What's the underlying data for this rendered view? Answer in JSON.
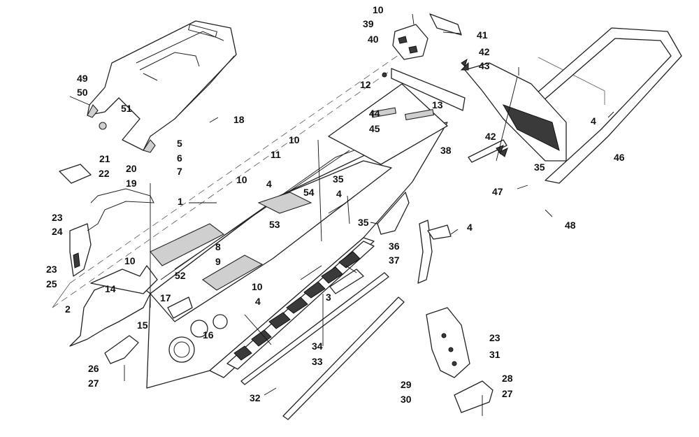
{
  "callouts": [
    {
      "id": "c10a",
      "text": "10"
    },
    {
      "id": "c39",
      "text": "39"
    },
    {
      "id": "c40",
      "text": "40"
    },
    {
      "id": "c41",
      "text": "41"
    },
    {
      "id": "c42a",
      "text": "42"
    },
    {
      "id": "c43",
      "text": "43"
    },
    {
      "id": "c49",
      "text": "49"
    },
    {
      "id": "c50",
      "text": "50"
    },
    {
      "id": "c51",
      "text": "51"
    },
    {
      "id": "c12",
      "text": "12"
    },
    {
      "id": "c13",
      "text": "13"
    },
    {
      "id": "c44",
      "text": "44"
    },
    {
      "id": "c45",
      "text": "45"
    },
    {
      "id": "c42b",
      "text": "42"
    },
    {
      "id": "c4a",
      "text": "4"
    },
    {
      "id": "c18",
      "text": "18"
    },
    {
      "id": "c38",
      "text": "38"
    },
    {
      "id": "c46",
      "text": "46"
    },
    {
      "id": "c5",
      "text": "5"
    },
    {
      "id": "c6",
      "text": "6"
    },
    {
      "id": "c7",
      "text": "7"
    },
    {
      "id": "c10b",
      "text": "10"
    },
    {
      "id": "c11",
      "text": "11"
    },
    {
      "id": "c21",
      "text": "21"
    },
    {
      "id": "c22",
      "text": "22"
    },
    {
      "id": "c20",
      "text": "20"
    },
    {
      "id": "c19",
      "text": "19"
    },
    {
      "id": "c35a",
      "text": "35"
    },
    {
      "id": "c10c",
      "text": "10"
    },
    {
      "id": "c4b",
      "text": "4"
    },
    {
      "id": "c54",
      "text": "54"
    },
    {
      "id": "c35b",
      "text": "35"
    },
    {
      "id": "c4c",
      "text": "4"
    },
    {
      "id": "c47",
      "text": "47"
    },
    {
      "id": "c48",
      "text": "48"
    },
    {
      "id": "c1",
      "text": "1"
    },
    {
      "id": "c23a",
      "text": "23"
    },
    {
      "id": "c24",
      "text": "24"
    },
    {
      "id": "c53",
      "text": "53"
    },
    {
      "id": "c35c",
      "text": "35"
    },
    {
      "id": "c4d",
      "text": "4"
    },
    {
      "id": "c8",
      "text": "8"
    },
    {
      "id": "c9",
      "text": "9"
    },
    {
      "id": "c36",
      "text": "36"
    },
    {
      "id": "c37",
      "text": "37"
    },
    {
      "id": "c23b",
      "text": "23"
    },
    {
      "id": "c25",
      "text": "25"
    },
    {
      "id": "c10d",
      "text": "10"
    },
    {
      "id": "c52",
      "text": "52"
    },
    {
      "id": "c14",
      "text": "14"
    },
    {
      "id": "c10e",
      "text": "10"
    },
    {
      "id": "c3",
      "text": "3"
    },
    {
      "id": "c2",
      "text": "2"
    },
    {
      "id": "c17",
      "text": "17"
    },
    {
      "id": "c4e",
      "text": "4"
    },
    {
      "id": "c15",
      "text": "15"
    },
    {
      "id": "c16",
      "text": "16"
    },
    {
      "id": "c23c",
      "text": "23"
    },
    {
      "id": "c34",
      "text": "34"
    },
    {
      "id": "c31",
      "text": "31"
    },
    {
      "id": "c33",
      "text": "33"
    },
    {
      "id": "c26",
      "text": "26"
    },
    {
      "id": "c28",
      "text": "28"
    },
    {
      "id": "c27a",
      "text": "27"
    },
    {
      "id": "c29",
      "text": "29"
    },
    {
      "id": "c27b",
      "text": "27"
    },
    {
      "id": "c30",
      "text": "30"
    },
    {
      "id": "c32",
      "text": "32"
    }
  ]
}
